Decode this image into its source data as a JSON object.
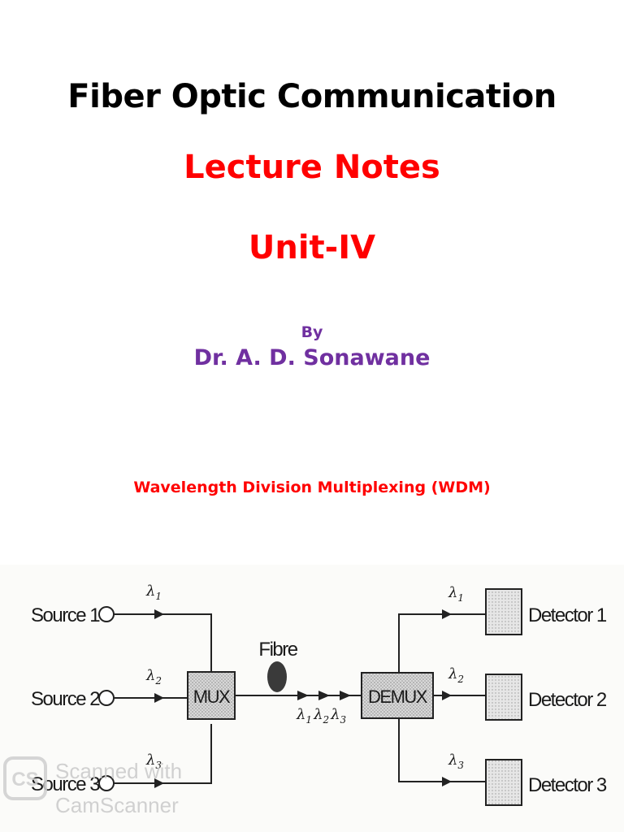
{
  "header": {
    "title": "Fiber Optic Communication",
    "subtitle": "Lecture Notes",
    "unit": "Unit-IV",
    "by": "By",
    "author": "Dr. A. D. Sonawane",
    "section_title": "Wavelength Division Multiplexing (WDM)"
  },
  "diagram": {
    "sources": [
      "Source 1",
      "Source 2",
      "Source 3"
    ],
    "detectors": [
      "Detector 1",
      "Detector 2",
      "Detector 3"
    ],
    "mux_label": "MUX",
    "demux_label": "DEMUX",
    "fibre_label": "Fibre",
    "lambda_symbol": "λ",
    "lambda_subs": [
      "1",
      "2",
      "3"
    ]
  },
  "watermark": {
    "logo": "CS",
    "line1": "Scanned with",
    "line2": "CamScanner"
  }
}
